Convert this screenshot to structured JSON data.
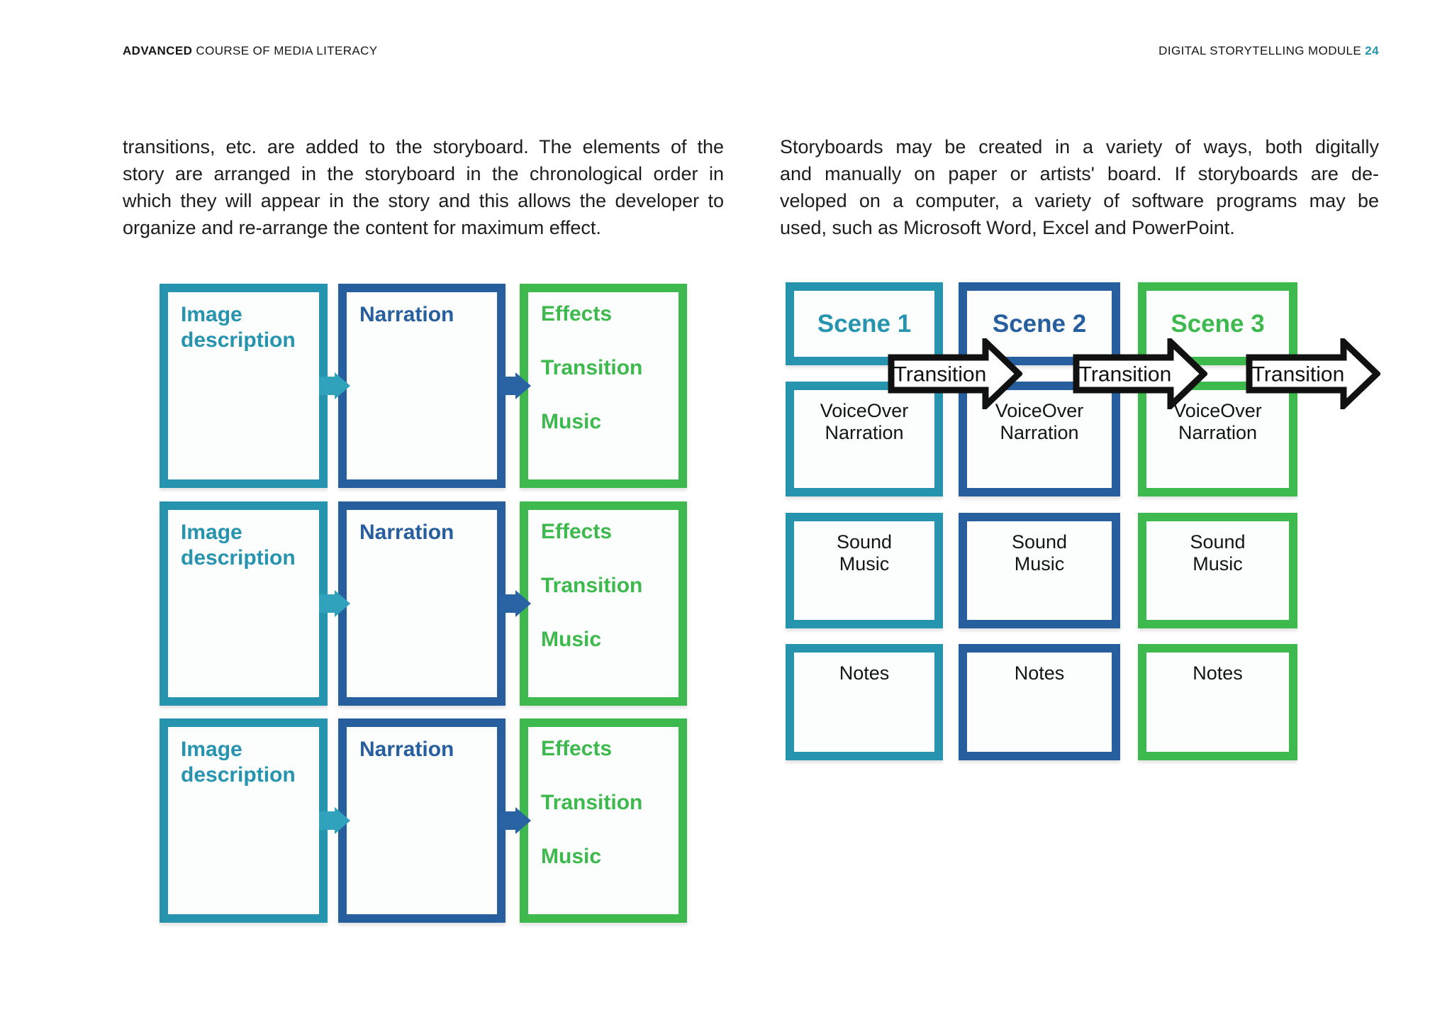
{
  "header": {
    "left_bold": "ADVANCED",
    "left_rest": " COURSE OF MEDIA LITERACY",
    "right_text": "DIGITAL STORYTELLING MODULE ",
    "right_page_number": "24"
  },
  "colors": {
    "teal": "#2794AF",
    "blue": "#275E9E",
    "green": "#3EB94D",
    "teal_arrow": "#31A2BC",
    "blue_arrow": "#2A63A4",
    "arrow_outline": "#111111",
    "ink": "#1D1D1D"
  },
  "paragraphs": {
    "left_lines": [
      "transitions, etc. are added to the storyboard. The elements of the",
      "story are arranged in the storyboard in the chronological order in",
      "which they will appear in the story and this allows the developer to",
      "organize and re-arrange the content for maximum effect."
    ],
    "right_lines": [
      "Storyboards may be created in a variety of ways, both digitally",
      "and manually on paper or artists' board. If storyboards are de-",
      "veloped on a computer, a variety of software programs may be",
      "used, such as Microsoft Word, Excel and PowerPoint."
    ]
  },
  "left_diagram": {
    "columns": [
      {
        "id": "image",
        "label": "Image description",
        "color": "#2794AF"
      },
      {
        "id": "narration",
        "label": "Narration",
        "color": "#275E9E"
      },
      {
        "id": "effects",
        "lines": [
          "Effects",
          "Transition",
          "Music"
        ],
        "color": "#3EB94D"
      }
    ],
    "row_count": 3
  },
  "right_diagram": {
    "transition_label": "Transition",
    "columns": [
      {
        "scene": "Scene 1",
        "color": "#2794AF"
      },
      {
        "scene": "Scene 2",
        "color": "#275E9E"
      },
      {
        "scene": "Scene 3",
        "color": "#3EB94D"
      }
    ],
    "cells": {
      "voiceover": [
        "VoiceOver",
        "Narration"
      ],
      "sound": [
        "Sound",
        "Music"
      ],
      "notes": [
        "Notes"
      ]
    }
  }
}
